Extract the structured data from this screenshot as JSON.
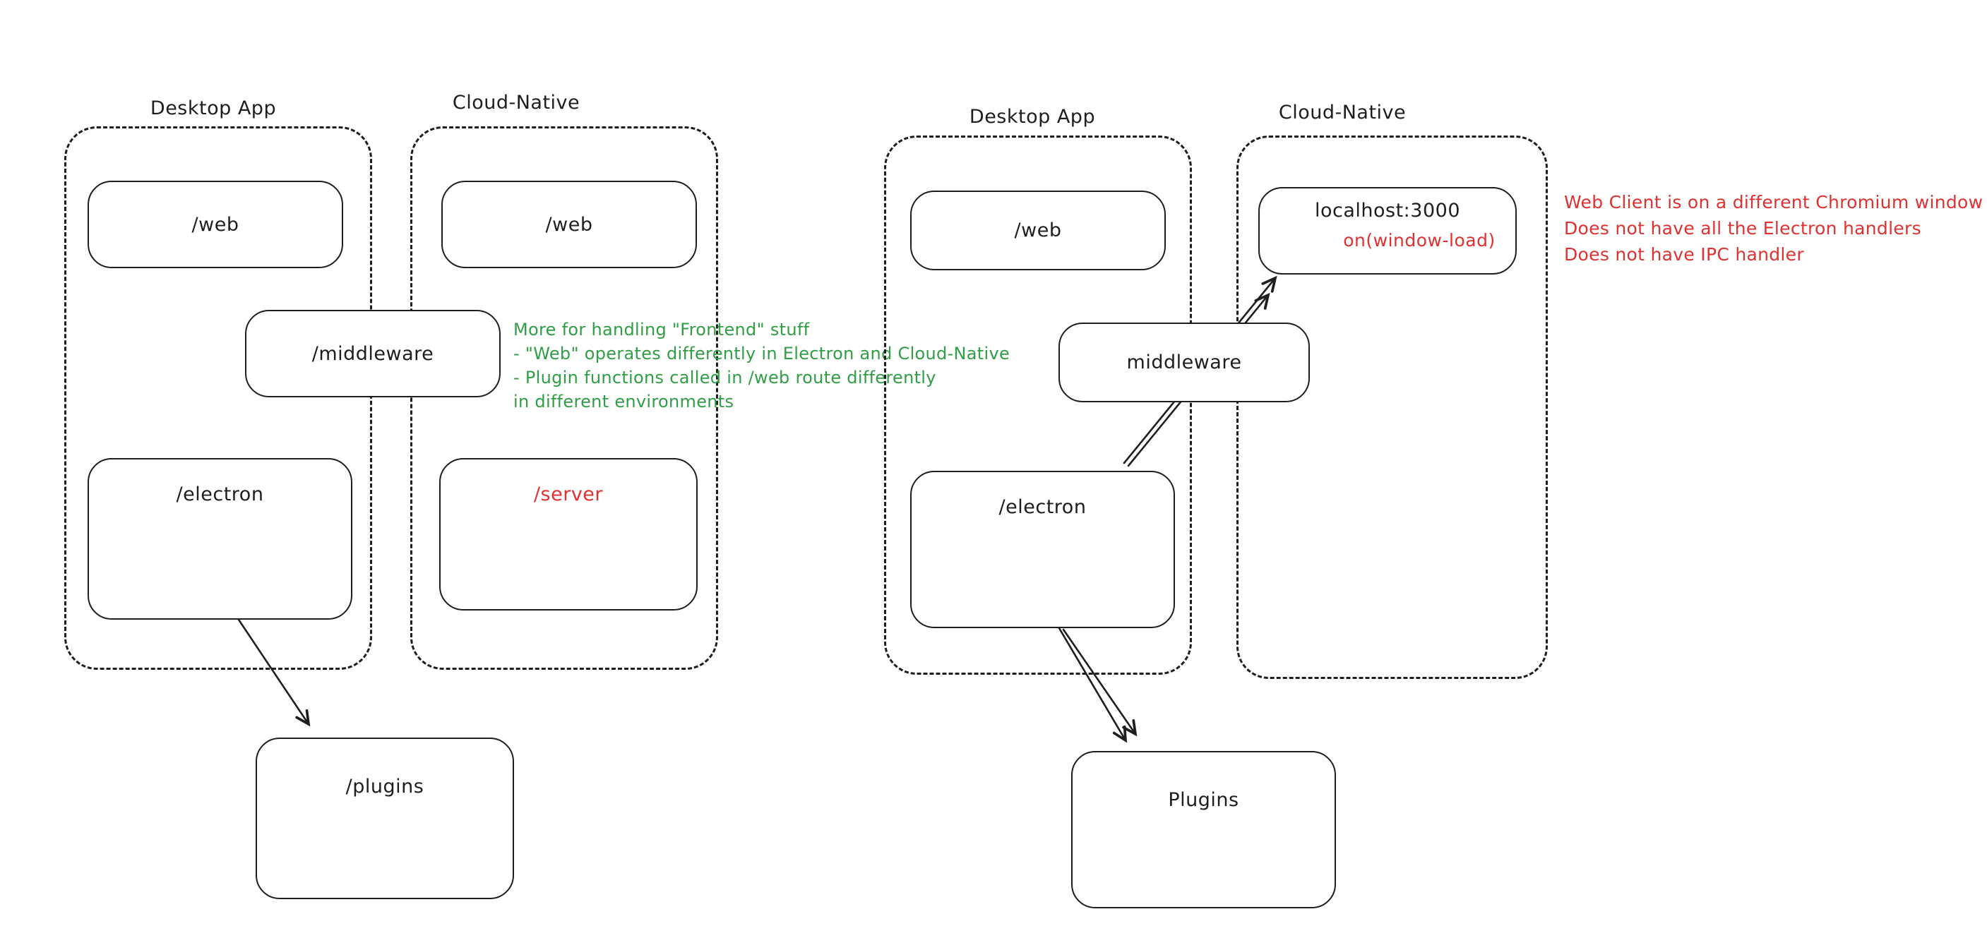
{
  "colors": {
    "stroke": "#1e1e1e",
    "red": "#e03131",
    "green": "#2f9e44",
    "background": "#ffffff"
  },
  "left": {
    "desktop": {
      "title": "Desktop App",
      "web": "/web",
      "electron": "/electron"
    },
    "cloud": {
      "title": "Cloud-Native",
      "web": "/web",
      "server": "/server"
    },
    "middleware": "/middleware",
    "plugins": "/plugins",
    "note": {
      "lines": [
        "More for handling \"Frontend\" stuff",
        "- \"Web\" operates differently in Electron and Cloud-Native",
        "- Plugin functions called in /web route differently",
        "in different environments"
      ]
    }
  },
  "right": {
    "desktop": {
      "title": "Desktop App",
      "web": "/web",
      "electron": "/electron"
    },
    "cloud": {
      "title": "Cloud-Native",
      "localhost": "localhost:3000",
      "window_load": "on(window-load)"
    },
    "middleware": "middleware",
    "plugins": "Plugins",
    "note": {
      "lines": [
        "Web Client is on a different Chromium window",
        "Does not have all the Electron handlers",
        "Does not have IPC handler"
      ]
    }
  }
}
